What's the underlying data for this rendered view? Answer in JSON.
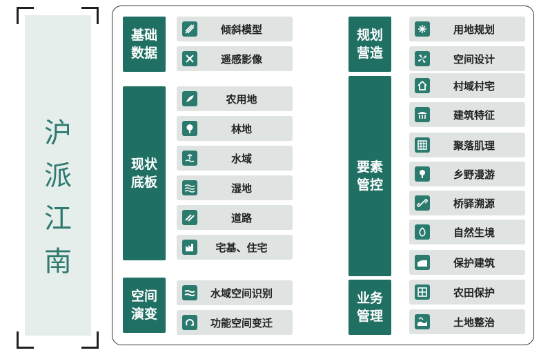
{
  "title": "沪\n派\n江\n南",
  "categories": {
    "basic": "基础\n数据",
    "current": "现状\n底板",
    "spatial": "空间\n演变",
    "planning": "规划\n营造",
    "elements": "要素\n管控",
    "business": "业务\n管理"
  },
  "items": {
    "oblique": {
      "label": "倾斜模型",
      "icon": "oblique-model-icon"
    },
    "remote": {
      "label": "遥感影像",
      "icon": "satellite-icon"
    },
    "farmland": {
      "label": "农用地",
      "icon": "farmland-icon"
    },
    "forest": {
      "label": "林地",
      "icon": "tree-icon"
    },
    "water": {
      "label": "水域",
      "icon": "water-area-icon"
    },
    "wetland": {
      "label": "湿地",
      "icon": "wetland-icon"
    },
    "road": {
      "label": "道路",
      "icon": "road-icon"
    },
    "homestead": {
      "label": "宅基、住宅",
      "icon": "homestead-icon"
    },
    "water_recog": {
      "label": "水域空间识别",
      "icon": "water-recognition-icon"
    },
    "function_change": {
      "label": "功能空间变迁",
      "icon": "function-change-icon"
    },
    "land_plan": {
      "label": "用地规划",
      "icon": "land-planning-icon"
    },
    "space_design": {
      "label": "空间设计",
      "icon": "space-design-icon"
    },
    "village_house": {
      "label": "村域村宅",
      "icon": "village-house-icon"
    },
    "building_feature": {
      "label": "建筑特征",
      "icon": "building-feature-icon"
    },
    "settlement": {
      "label": "聚落肌理",
      "icon": "settlement-grid-icon"
    },
    "rural_tour": {
      "label": "乡野漫游",
      "icon": "rural-tour-icon"
    },
    "bridge_source": {
      "label": "桥驿溯源",
      "icon": "bridge-link-icon"
    },
    "nature": {
      "label": "自然生境",
      "icon": "nature-leaf-icon"
    },
    "protect_building": {
      "label": "保护建筑",
      "icon": "protected-building-icon"
    },
    "field_protect": {
      "label": "农田保护",
      "icon": "field-protection-icon"
    },
    "land_consolidation": {
      "label": "土地整治",
      "icon": "land-consolidation-icon"
    }
  },
  "colors": {
    "accent": "#1f6f63",
    "icon": "#2a7a6e",
    "item_bg": "#dfe3e2",
    "title_bg": "#e6eeec",
    "title_text": "#2e7a6f"
  }
}
